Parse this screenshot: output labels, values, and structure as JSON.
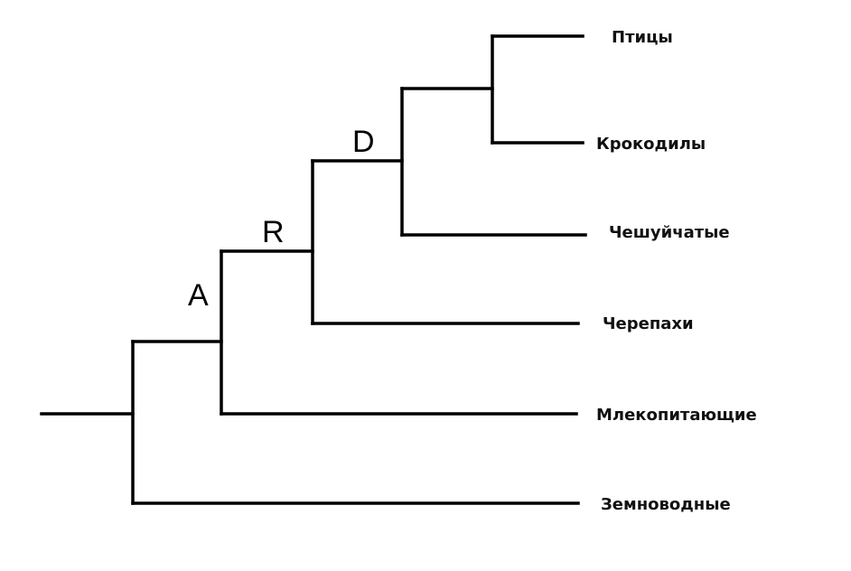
{
  "diagram": {
    "type": "phylogenetic-tree",
    "taxa": [
      "Птицы",
      "Крокодилы",
      "Чешуйчатые",
      "Черепахи",
      "Млекопитающие",
      "Земноводные"
    ],
    "node_labels": {
      "A": "A",
      "R": "R",
      "D": "D"
    }
  }
}
